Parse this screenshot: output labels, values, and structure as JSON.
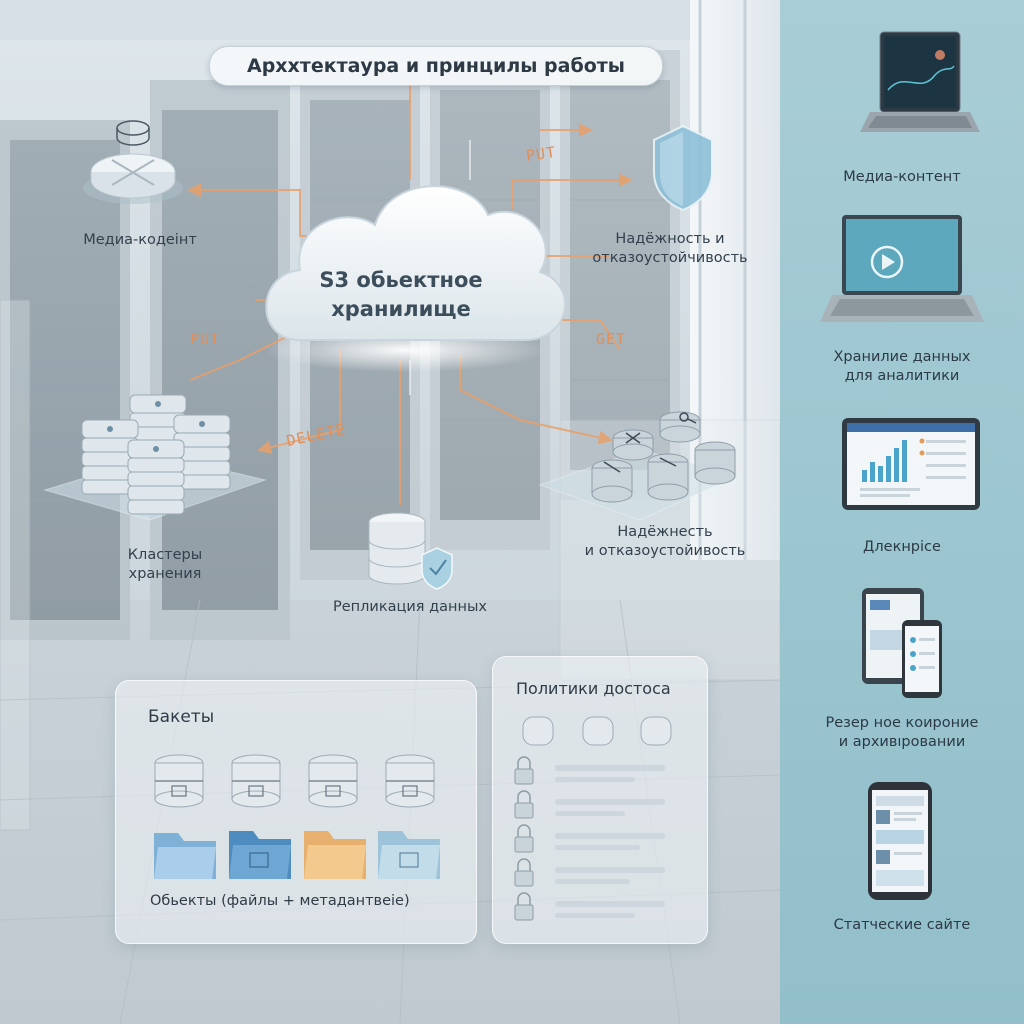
{
  "title": "Архxтектаура и принцилы работы",
  "cloud": {
    "line1": "S3 обьектное",
    "line2": "хранилище"
  },
  "operations": {
    "put_top": "PUT",
    "put_left": "PUT",
    "get": "GET",
    "delete": "DELETE"
  },
  "nodes": {
    "media": "Медиа-кодеiнт",
    "reliability_top_1": "Надёжность и",
    "reliability_top_2": "отказоустойчивость",
    "clusters_1": "Кластеры",
    "clusters_2": "хранения",
    "replication": "Репликация данных",
    "reliability_bottom_1": "Надёжнесть",
    "reliability_bottom_2": "и отказоустойивость"
  },
  "buckets_panel": {
    "title": "Бакеты",
    "caption": "Обьекты (файлы + метадантвеiе)"
  },
  "policies_panel": {
    "title": "Политики достоса"
  },
  "use_cases": [
    {
      "label": "Медиа-контент",
      "icon": "laptop-dashboard-icon"
    },
    {
      "label_1": "Хранилиe данных",
      "label_2": "для аналитики",
      "icon": "laptop-video-icon"
    },
    {
      "label": "Длекнрiсе",
      "icon": "tablet-chart-icon"
    },
    {
      "label_1": "Резер ное коирониe",
      "label_2": "и архивıровании",
      "icon": "tablet-phone-icon"
    },
    {
      "label": "Статческие сайте",
      "icon": "phone-website-icon"
    }
  ],
  "colors": {
    "accent_orange": "#e9a06a",
    "cloud": "#eef3f6",
    "sidebar": "#a3c9d3",
    "shield": "#7fb4cf"
  }
}
